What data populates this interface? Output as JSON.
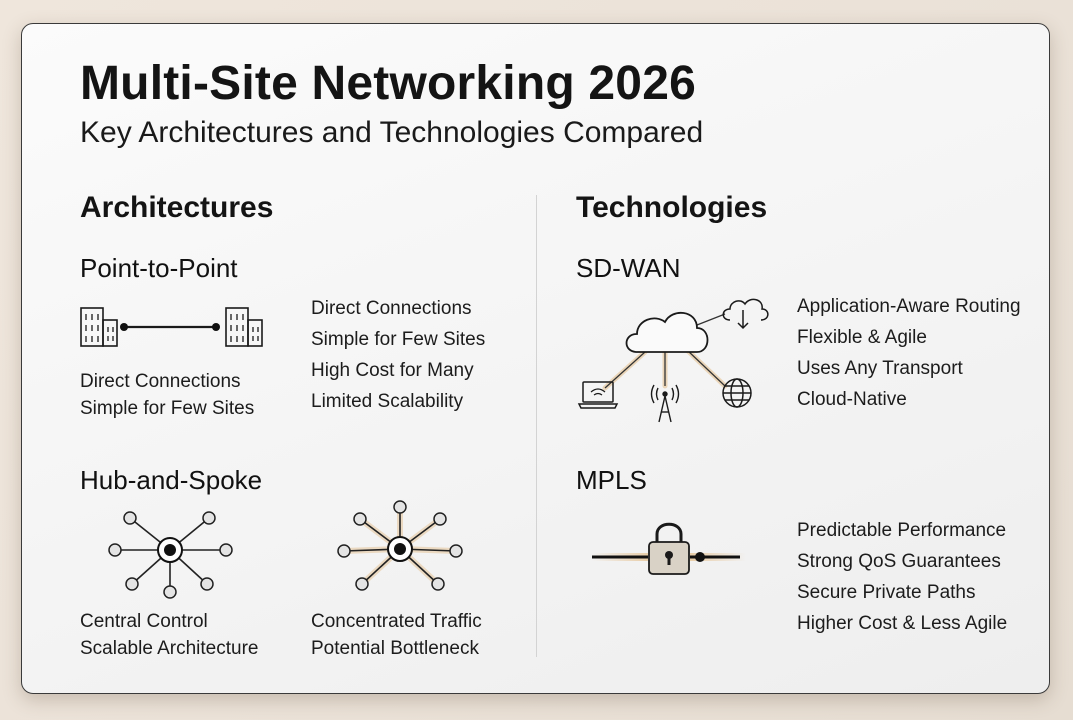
{
  "title": "Multi-Site Networking 2026",
  "subtitle": "Key Architectures and Technologies Compared",
  "architectures": {
    "heading": "Architectures",
    "point_to_point": {
      "name": "Point-to-Point",
      "caption": [
        "Direct Connections",
        "Simple for Few Sites"
      ],
      "features": [
        "Direct Connections",
        "Simple for Few Sites",
        "High Cost for Many",
        "Limited Scalability"
      ]
    },
    "hub_and_spoke": {
      "name": "Hub-and-Spoke",
      "left_caption": [
        "Central Control",
        "Scalable Architecture"
      ],
      "right_caption": [
        "Concentrated Traffic",
        "Potential Bottleneck"
      ]
    }
  },
  "technologies": {
    "heading": "Technologies",
    "sdwan": {
      "name": "SD-WAN",
      "features": [
        "Application-Aware Routing",
        "Flexible & Agile",
        "Uses Any Transport",
        "Cloud-Native"
      ]
    },
    "mpls": {
      "name": "MPLS",
      "features": [
        "Predictable Performance",
        "Strong QoS Guarantees",
        "Secure Private Paths",
        "Higher Cost & Less Agile"
      ]
    }
  },
  "colors": {
    "ink": "#141414",
    "glow": "#e7c9a0",
    "lock": "#d9d2c6"
  }
}
